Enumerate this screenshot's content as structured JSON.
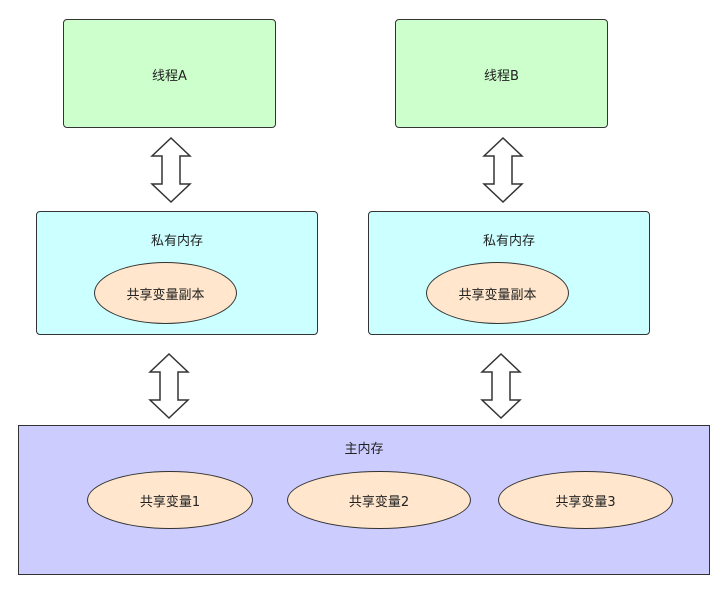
{
  "threads": [
    {
      "label": "线程A"
    },
    {
      "label": "线程B"
    }
  ],
  "private_memories": [
    {
      "label": "私有内存",
      "copy_label": "共享变量副本"
    },
    {
      "label": "私有内存",
      "copy_label": "共享变量副本"
    }
  ],
  "main_memory": {
    "label": "主内存",
    "variables": [
      "共享变量1",
      "共享变量2",
      "共享变量3"
    ]
  },
  "colors": {
    "thread_fill": "#ccffcc",
    "private_fill": "#ccffff",
    "main_fill": "#ccccff",
    "variable_fill": "#ffe6cc",
    "border": "#333333"
  }
}
